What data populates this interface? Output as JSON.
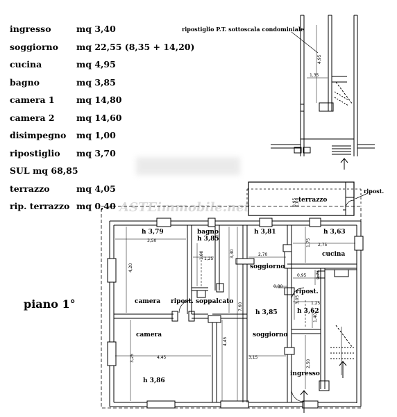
{
  "legend": [
    {
      "label": "ingresso",
      "value": "mq 3,40"
    },
    {
      "label": "soggiorno",
      "value": "mq  22,55 (8,35 + 14,20)"
    },
    {
      "label": "cucina",
      "value": "mq 4,95"
    },
    {
      "label": "bagno",
      "value": "mq 3,85"
    },
    {
      "label": "camera 1",
      "value": "mq 14,80"
    },
    {
      "label": "camera 2",
      "value": "mq 14,60"
    },
    {
      "label": "disimpegno",
      "value": "mq 1,00"
    },
    {
      "label": "ripostiglio",
      "value": "mq 3,70"
    }
  ],
  "sul": "SUL mq 68,85",
  "extra": [
    {
      "label": "terrazzo",
      "value": "mq 4,05"
    },
    {
      "label": "rip. terrazzo",
      "value": "mq 0,40"
    }
  ],
  "floor_label": "piano 1°",
  "watermark": "ASTEimmobile.net",
  "top_plan": {
    "title": "ripostiglio P.T. sottoscala condominiale",
    "dim_height": "4,95",
    "dim_width": "1,35"
  },
  "rooms": {
    "terrazzo": "terrazzo",
    "ripost_ext": "ripost.",
    "camera_top": "camera",
    "camera_top_h": "h 3,79",
    "bagno": "bagno",
    "bagno_h": "h 3,85",
    "soggiorno_top_h": "h 3,81",
    "soggiorno_top": "soggiorno",
    "cucina_h": "h 3,63",
    "cucina": "cucina",
    "ripost_inner": "ripost.",
    "ripost_inner_h": "h 3,62",
    "ripost_soppalcato": "ripost. soppalcato",
    "soggiorno_bottom_h": "h 3,85",
    "soggiorno_bottom": "soggiorno",
    "camera_bottom": "camera",
    "camera_bottom_h": "h 3,86",
    "ingresso": "ingresso"
  },
  "dims": {
    "d_095": "0,95",
    "d_100": "1,00",
    "d_350": "3,50",
    "d_420": "4,20",
    "d_100b": "1,00",
    "d_125": "1,25",
    "d_330": "3,30",
    "d_270": "2,70",
    "d_175": "1,75",
    "d_275": "2,75",
    "d_080": "0,80",
    "d_095b": "0,95",
    "d_075": "0,75",
    "d_760": "7,60",
    "d_305": "3,05",
    "d_125b": "1,25",
    "d_140": "1,40",
    "d_445v": "4,45",
    "d_325": "3,25",
    "d_445h": "4,45",
    "d_315": "3,15",
    "d_250": "2,50"
  }
}
